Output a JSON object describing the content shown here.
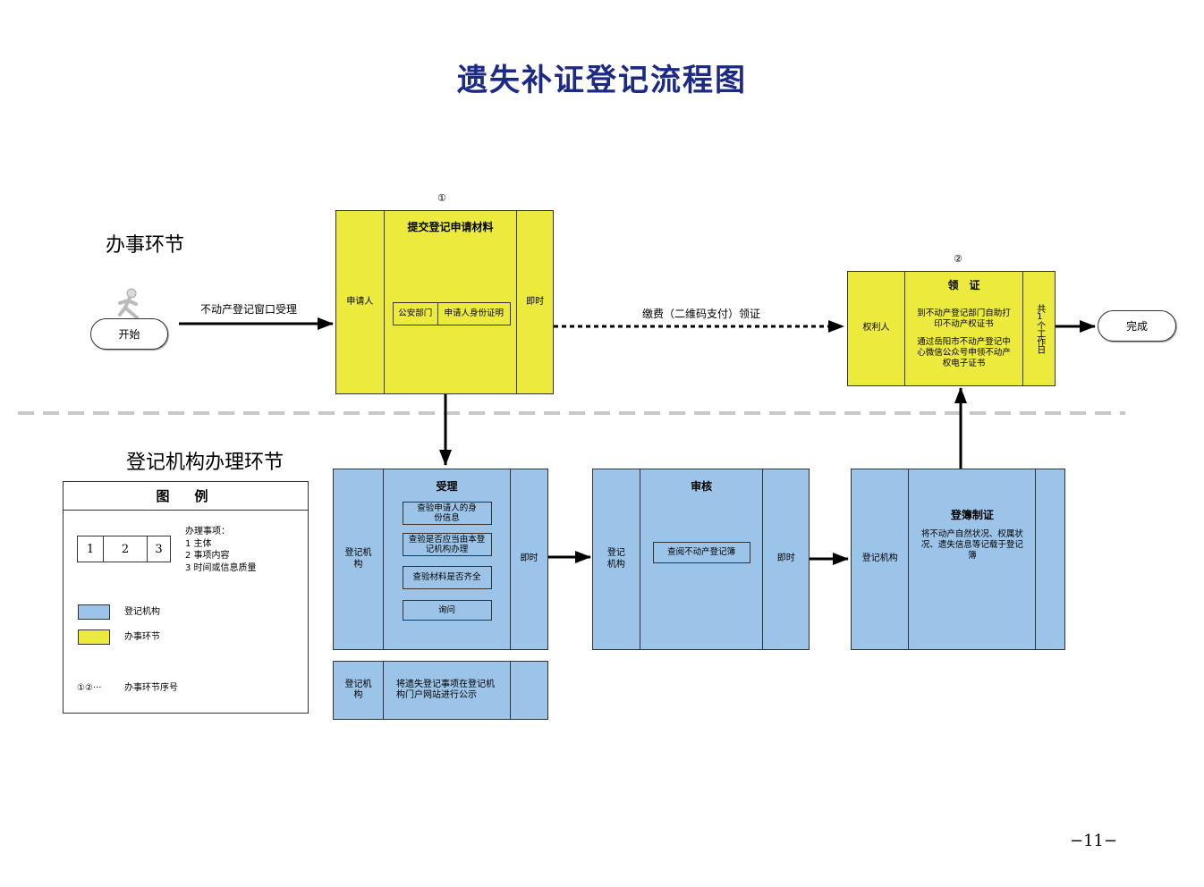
{
  "title": "遗失补证登记流程图",
  "sections": {
    "upper": "办事环节",
    "lower": "登记机构办理环节"
  },
  "start_label": "开始",
  "end_label": "完成",
  "edge_labels": {
    "start_to_submit": "不动产登记窗口受理",
    "submit_to_cert": "缴费（二维码支付）领证"
  },
  "step1": {
    "number": "①",
    "left": "申请人",
    "title": "提交登记申请材料",
    "materials": [
      "公安部门",
      "申请人身份证明"
    ],
    "right": "即时"
  },
  "step2": {
    "number": "②",
    "left": "权利人",
    "title": "领　证",
    "text1": "到不动产登记部门自助打印不动产权证书",
    "text2": "通过岳阳市不动产登记中心微信公众号申领不动产权电子证书",
    "right": "共1个工作日"
  },
  "accept": {
    "left": "登记机构",
    "title": "受理",
    "items": [
      "查验申请人的身份信息",
      "查验是否应当由本登记机构办理",
      "查验材料是否齐全",
      "询问"
    ],
    "right": "即时"
  },
  "review": {
    "left": "登记机构",
    "title": "审核",
    "item": "查阅不动产登记簿",
    "right": "即时"
  },
  "register": {
    "left": "登记机构",
    "title": "登簿制证",
    "text": "将不动产自然状况、权属状况、遗失信息等记载于登记簿",
    "right": ""
  },
  "publish": {
    "left": "登记机构",
    "text": "将遗失登记事项在登记机构门户网站进行公示",
    "right": ""
  },
  "legend": {
    "title": "图例",
    "cells": [
      "1",
      "2",
      "3"
    ],
    "items_heading": "办理事项：",
    "items": [
      "1 主体",
      "2 事项内容",
      "3 时间或信息质量"
    ],
    "blue_label": "登记机构",
    "yellow_label": "办事环节",
    "seq_symbol": "①②···",
    "seq_label": "办事环节序号"
  },
  "page_number": "−11−",
  "colors": {
    "title": "#1c2a86",
    "yellow": "#ecea3c",
    "blue": "#9cc4e9",
    "divider": "#c8c8c8"
  }
}
